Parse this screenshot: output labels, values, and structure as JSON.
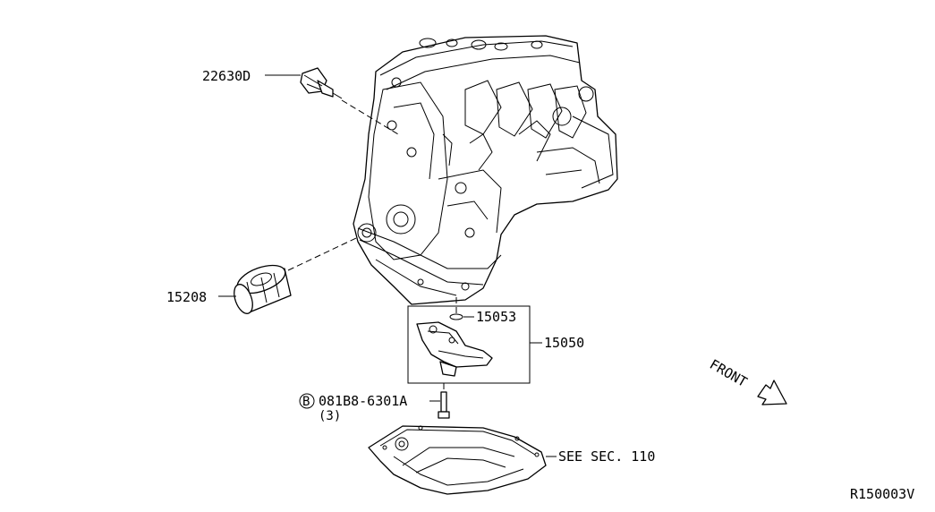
{
  "diagram": {
    "parts": [
      {
        "id": "oil_pressure_switch",
        "number": "22630D"
      },
      {
        "id": "oil_filter",
        "number": "15208"
      },
      {
        "id": "oil_strainer_oring",
        "number": "15053"
      },
      {
        "id": "oil_strainer_assy",
        "number": "15050"
      },
      {
        "id": "bolt",
        "number": "081B8-6301A",
        "prefix": "B",
        "qty": "(3)"
      },
      {
        "id": "oil_pan",
        "number": "SEE SEC. 110"
      }
    ],
    "direction_label": "FRONT",
    "figure_code": "R150003V"
  }
}
